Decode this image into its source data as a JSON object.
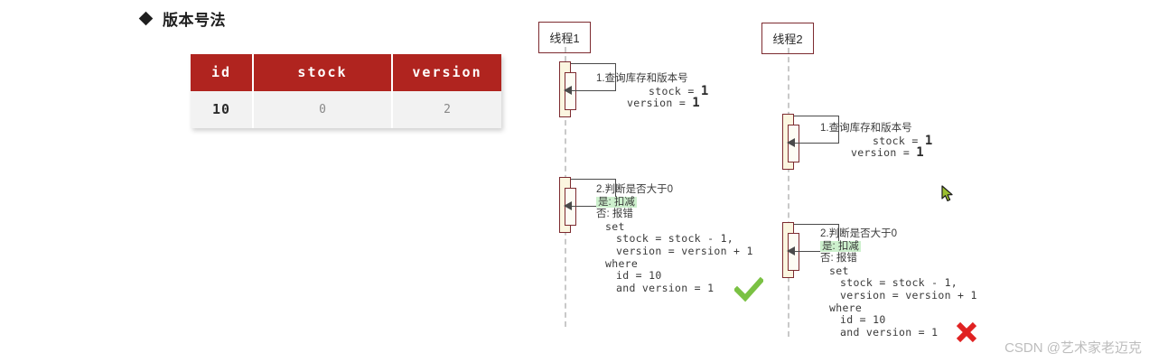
{
  "section": {
    "bullet_icon": "diamond-bullet-icon",
    "title": "版本号法"
  },
  "table": {
    "columns": [
      "id",
      "stock",
      "version"
    ],
    "rows": [
      [
        "10",
        "0",
        "2"
      ]
    ],
    "header_bg": "#b0241f",
    "row_bg": "#f2f2f2"
  },
  "diagram": {
    "type": "sequence",
    "threads": [
      {
        "name": "线程1",
        "steps": [
          {
            "headline": "1.查询库存和版本号",
            "values": [
              {
                "key": "stock",
                "value": "1"
              },
              {
                "key": "version",
                "value": "1"
              }
            ]
          },
          {
            "headline": "2.判断是否大于0",
            "yes_label": "是: 扣减",
            "no_label": "否: 报错",
            "sql": [
              "set",
              "stock = stock - 1,",
              "version = version + 1",
              "where",
              "id = 10",
              "and version = "
            ],
            "sql_version_value": "1",
            "result": "success"
          }
        ]
      },
      {
        "name": "线程2",
        "steps": [
          {
            "headline": "1.查询库存和版本号",
            "values": [
              {
                "key": "stock",
                "value": "1"
              },
              {
                "key": "version",
                "value": "1"
              }
            ]
          },
          {
            "headline": "2.判断是否大于0",
            "yes_label": "是: 扣减",
            "no_label": "否: 报错",
            "sql": [
              "set",
              "stock = stock - 1,",
              "version = version + 1",
              "where",
              "id = 10",
              "and version = "
            ],
            "sql_version_value": "1",
            "result": "failure"
          }
        ]
      }
    ],
    "marks": {
      "success_icon": "green-check-icon",
      "success_color": "#7ac143",
      "failure_icon": "red-cross-icon",
      "failure_color": "#e02222"
    },
    "colors": {
      "thread_border": "#7d2b30",
      "activation_fill": "#fbf6e0",
      "lifeline": "#c9c9c9",
      "highlight": "#cdf0cd"
    }
  },
  "cursor": {
    "icon": "mouse-pointer-icon"
  },
  "watermark": {
    "text": "CSDN @艺术家老迈克"
  }
}
